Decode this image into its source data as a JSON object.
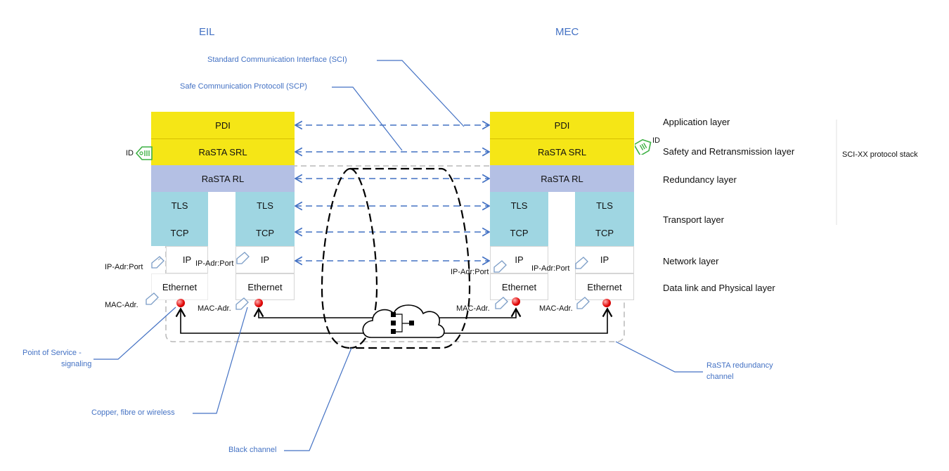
{
  "headers": {
    "left": "EIL",
    "right": "MEC"
  },
  "stack": {
    "pdi": "PDI",
    "rasta_srl": "RaSTA SRL",
    "rasta_rl": "RaSTA RL",
    "tls": "TLS",
    "tcp": "TCP",
    "ip": "IP",
    "ethernet": "Ethernet"
  },
  "tags": {
    "id": "ID",
    "ip_port": "IP-Adr:Port",
    "mac": "MAC-Adr."
  },
  "layers": {
    "application": "Application layer",
    "safety": "Safety and Retransmission layer",
    "redundancy": "Redundancy layer",
    "transport": "Transport layer",
    "network": "Network layer",
    "datalink": "Data link and Physical layer"
  },
  "stack_name": "SCI-XX protocol stack",
  "callouts": {
    "sci": "Standard Communication Interface (SCI)",
    "scp": "Safe Communication Protocoll (SCP)",
    "pos_line1": "Point of Service -",
    "pos_line2": "signaling",
    "medium": "Copper, fibre or wireless",
    "black_channel": "Black channel",
    "redundancy_line1": "RaSTA redundancy",
    "redundancy_line2": "channel"
  },
  "colors": {
    "safety_yellow": "#f5e616",
    "redundancy_purple": "#b4c0e4",
    "transport_cyan": "#9fd6e2",
    "callout_blue": "#4472c4",
    "tag_green": "#3cb043"
  }
}
